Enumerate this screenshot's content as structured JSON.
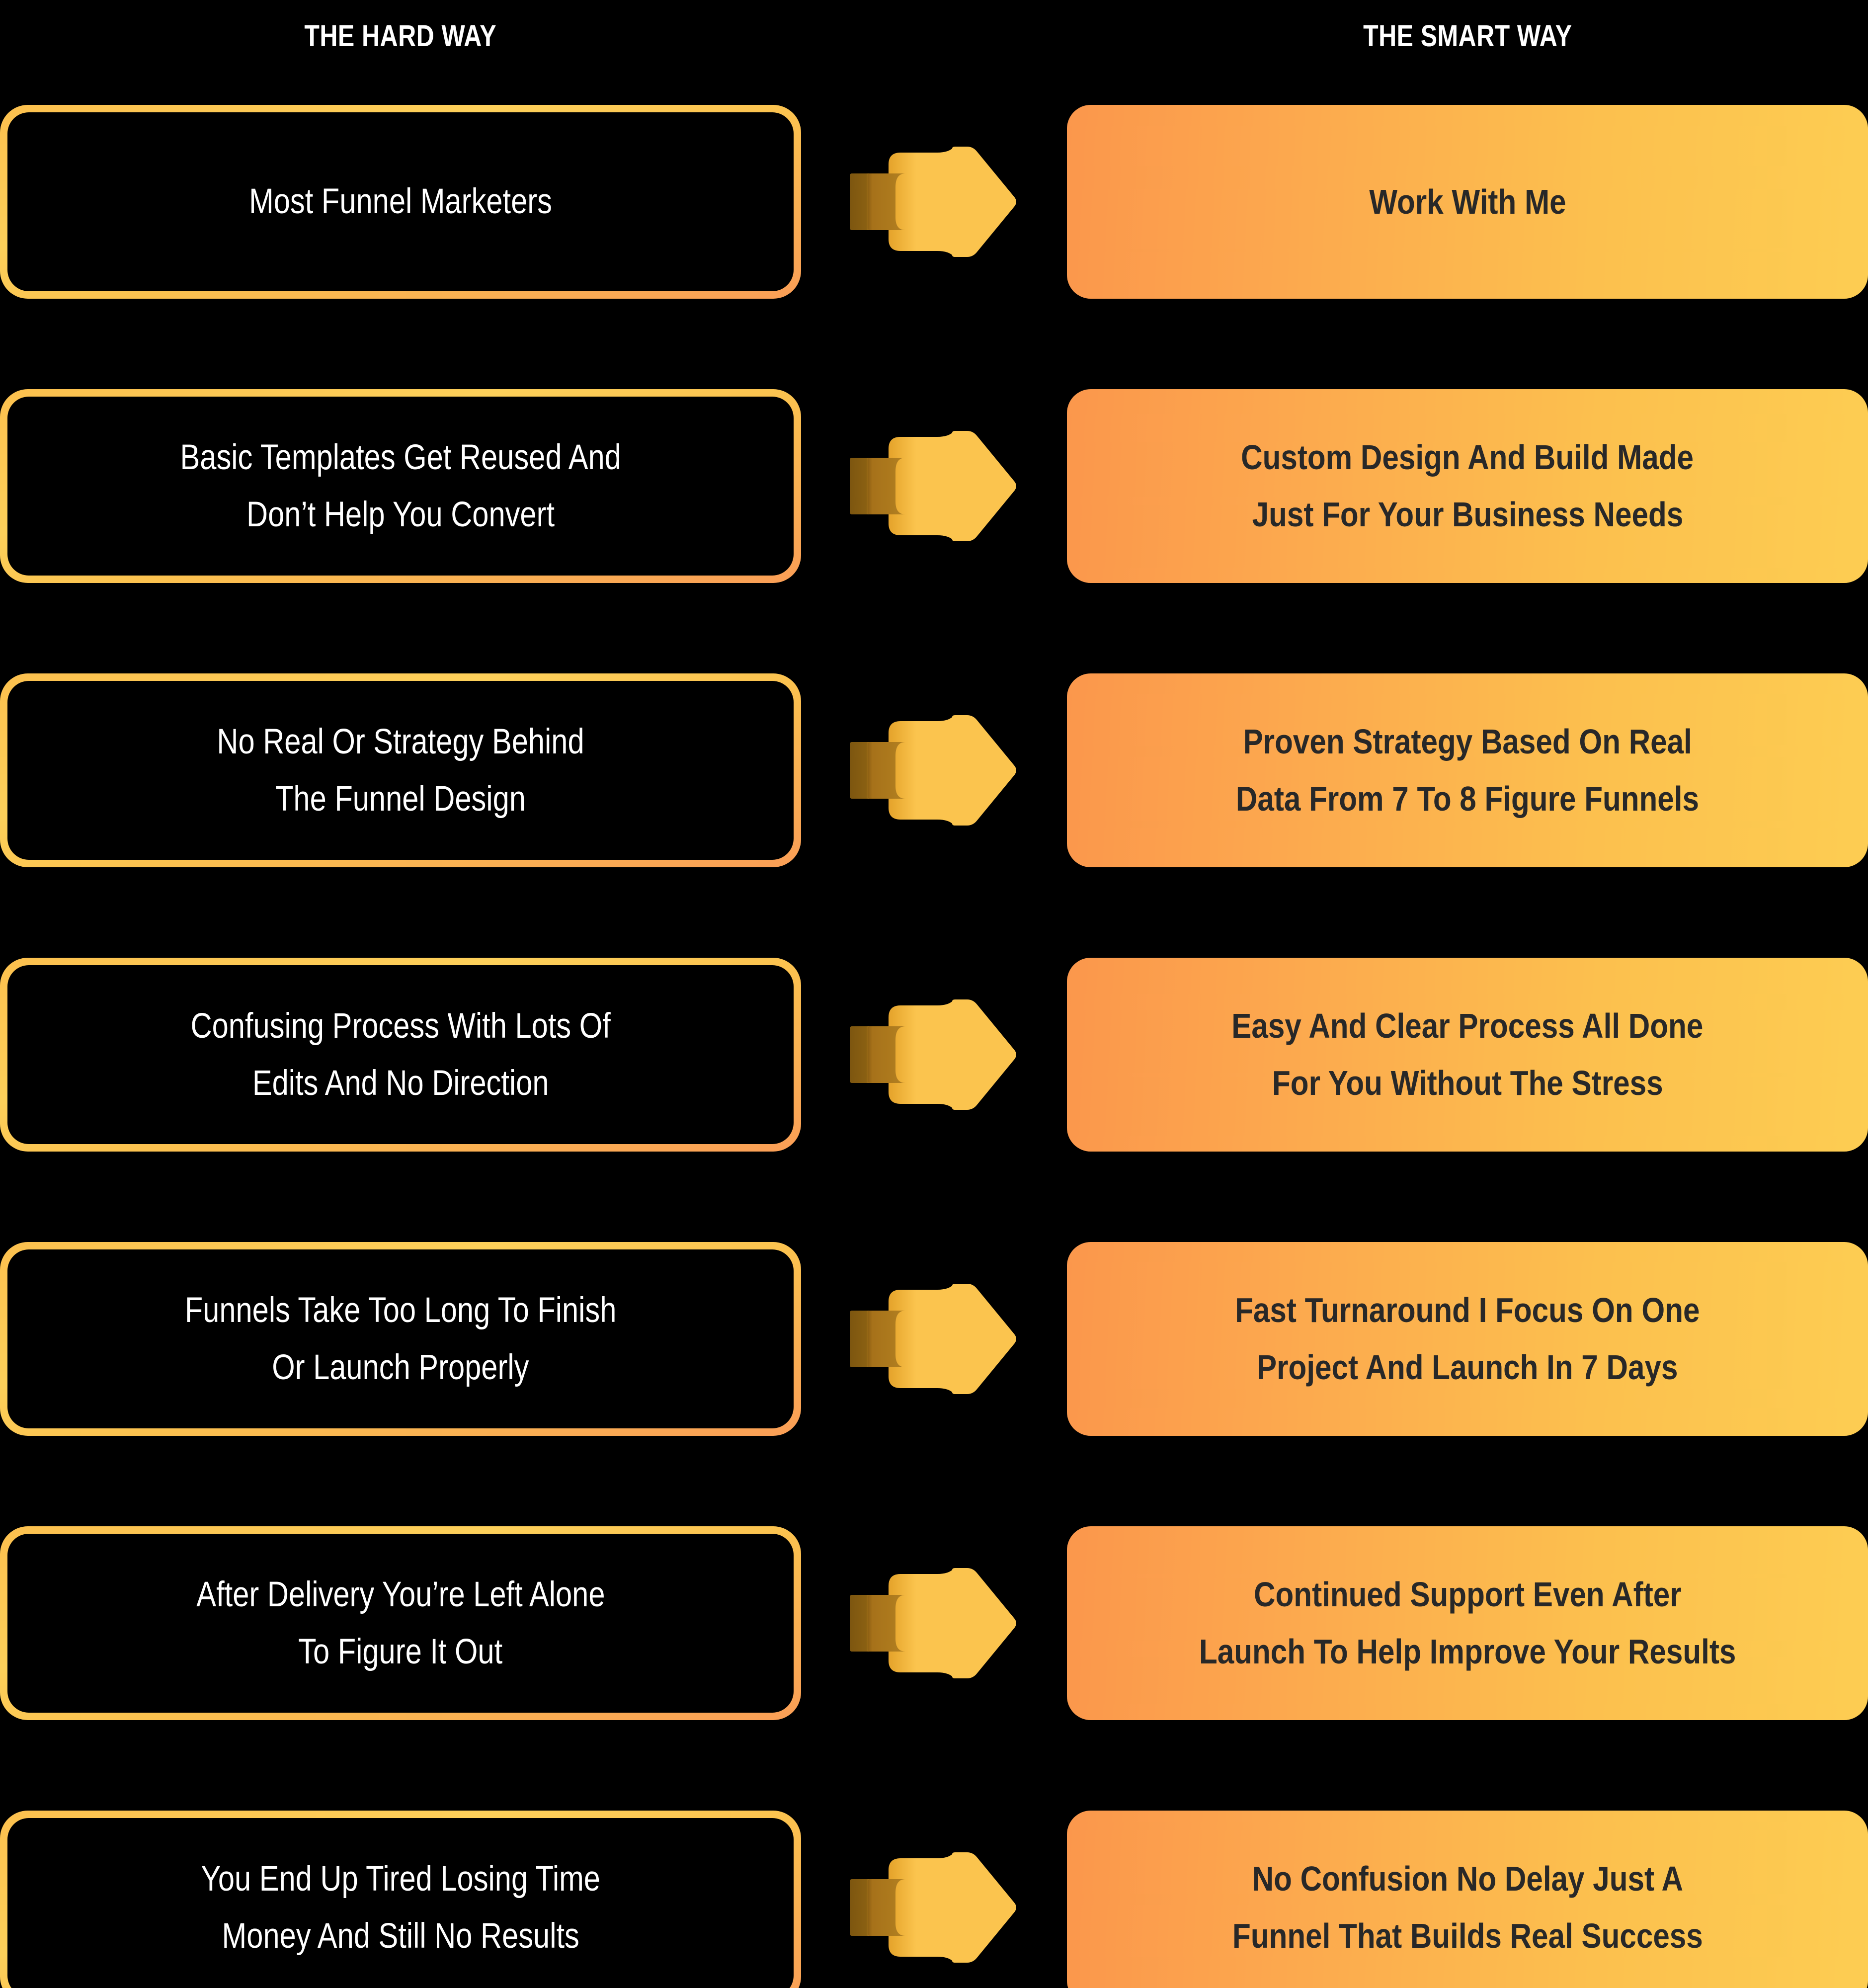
{
  "headers": {
    "left": "THE HARD WAY",
    "right": "THE SMART WAY"
  },
  "colors": {
    "background": "#000000",
    "left_card_fill": "#000000",
    "left_border_gradient_start": "#FCC04E",
    "left_border_gradient_end": "#FA9E56",
    "right_card_gradient_start": "#FB974C",
    "right_card_gradient_end": "#FDCD52",
    "left_text": "#FFFFFF",
    "right_text": "#282828",
    "arrow_light": "#FBC44E",
    "arrow_dark": "#8A6012"
  },
  "arrow_icon": "arrow-right-icon",
  "rows": [
    {
      "left": [
        "Most Funnel Marketers"
      ],
      "right": [
        "Work With Me"
      ]
    },
    {
      "left": [
        "Basic Templates Get Reused And",
        "Don’t Help You Convert"
      ],
      "right": [
        "Custom Design And Build Made",
        "Just For Your Business Needs"
      ]
    },
    {
      "left": [
        "No Real Or Strategy Behind",
        "The Funnel Design"
      ],
      "right": [
        "Proven Strategy Based On Real",
        "Data From 7 To 8 Figure Funnels"
      ]
    },
    {
      "left": [
        "Confusing Process With Lots Of",
        "Edits And No Direction"
      ],
      "right": [
        "Easy And Clear Process All Done",
        "For You Without The Stress"
      ]
    },
    {
      "left": [
        "Funnels Take Too Long To Finish",
        "Or Launch Properly"
      ],
      "right": [
        "Fast Turnaround I Focus On One",
        "Project And Launch In 7 Days"
      ]
    },
    {
      "left": [
        "After Delivery You’re Left Alone",
        "To Figure It Out"
      ],
      "right": [
        "Continued Support Even After",
        "Launch To Help Improve Your Results"
      ]
    },
    {
      "left": [
        "You End Up Tired Losing Time",
        "Money And Still No Results"
      ],
      "right": [
        "No Confusion No Delay Just A",
        "Funnel That Builds Real Success"
      ]
    }
  ]
}
